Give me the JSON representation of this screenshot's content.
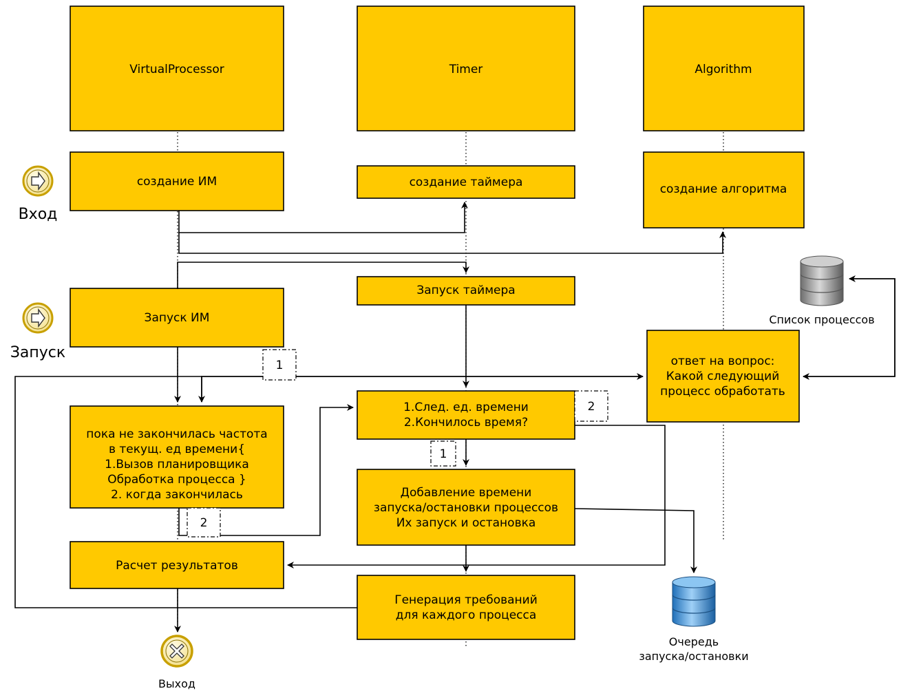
{
  "lanes": {
    "virtual_processor": "VirtualProcessor",
    "timer": "Timer",
    "algorithm": "Algorithm"
  },
  "boxes": {
    "create_im": [
      "создание ИМ"
    ],
    "create_timer": [
      "создание таймера"
    ],
    "create_algorithm": [
      "создание алгоритма"
    ],
    "start_timer": [
      "Запуск таймера"
    ],
    "start_im": [
      "Запуск ИМ"
    ],
    "answer": [
      "ответ на вопрос:",
      "Какой следующий",
      "процесс обработать"
    ],
    "loop": [
      "пока не закончилась частота",
      "в текущ. ед времени{",
      "1.Вызов планировщика",
      "Обработка процесса }",
      "2. когда закончилась"
    ],
    "next_time": [
      "1.След. ед. времени",
      "2.Кончилось время?"
    ],
    "add_time": [
      "Добавление времени",
      "запуска/остановки процессов",
      "Их запуск и остановка"
    ],
    "results": [
      "Расчет результатов"
    ],
    "generate": [
      "Генерация требований",
      "для каждого процесса"
    ]
  },
  "events": {
    "entry": "Вход",
    "start": "Запуск",
    "exit": "Выход"
  },
  "stores": {
    "process_list": "Список процессов",
    "queue": [
      "Очередь",
      "запуска/остановки"
    ]
  },
  "tags": {
    "loop_1": "1",
    "next_2": "2",
    "next_1": "1",
    "loop_2": "2"
  },
  "colors": {
    "box_fill": "#ffc900",
    "event_fill": "#fff2b3",
    "db_gray": "#9a9a9a",
    "db_blue": "#3a8fd6"
  }
}
